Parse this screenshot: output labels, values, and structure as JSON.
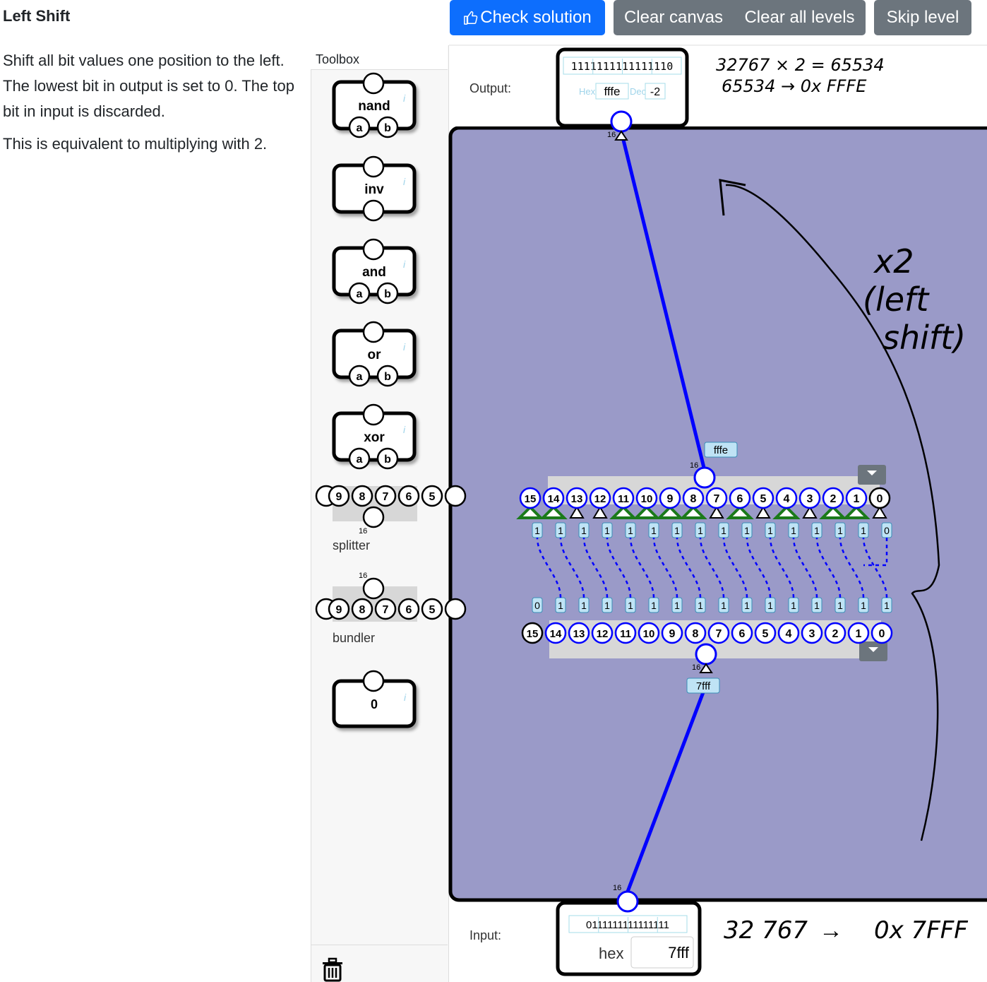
{
  "header": {
    "title": "Left Shift",
    "check_label": "Check solution",
    "clear_canvas_label": "Clear canvas",
    "clear_levels_label": "Clear all levels",
    "skip_label": "Skip level"
  },
  "description": {
    "p1": "Shift all bit values one position to the left. The lowest bit in output is set to 0. The top bit in input is discarded.",
    "p2": "This is equivalent to multiplying with 2."
  },
  "toolbox": {
    "title": "Toolbox",
    "gates": [
      {
        "label": "nand",
        "inputs": [
          "a",
          "b"
        ]
      },
      {
        "label": "inv",
        "inputs": []
      },
      {
        "label": "and",
        "inputs": [
          "a",
          "b"
        ]
      },
      {
        "label": "or",
        "inputs": [
          "a",
          "b"
        ]
      },
      {
        "label": "xor",
        "inputs": [
          "a",
          "b"
        ]
      }
    ],
    "splitter_label": "splitter",
    "bundler_label": "bundler",
    "constant_label": "0",
    "bus_width": "16",
    "preview_pins": [
      "9",
      "8",
      "7",
      "6",
      "5"
    ]
  },
  "output": {
    "label": "Output:",
    "bits": "1111111111111110",
    "hex_label": "Hex",
    "hex_value": "fffe",
    "dec_label": "Dec",
    "dec_value": "-2"
  },
  "input": {
    "label": "Input:",
    "bits": "0111111111111111",
    "mode_label": "hex",
    "value": "7fff"
  },
  "canvas": {
    "bus_width": "16",
    "out_wire_value": "fffe",
    "in_wire_value": "7fff",
    "splitter_pins": [
      "15",
      "14",
      "13",
      "12",
      "11",
      "10",
      "9",
      "8",
      "7",
      "6",
      "5",
      "4",
      "3",
      "2",
      "1",
      "0"
    ],
    "splitter_values": [
      "1",
      "1",
      "1",
      "1",
      "1",
      "1",
      "1",
      "1",
      "1",
      "1",
      "1",
      "1",
      "1",
      "1",
      "1",
      "0"
    ],
    "bundler_pins": [
      "15",
      "14",
      "13",
      "12",
      "11",
      "10",
      "9",
      "8",
      "7",
      "6",
      "5",
      "4",
      "3",
      "2",
      "1",
      "0"
    ],
    "bundler_values": [
      "0",
      "1",
      "1",
      "1",
      "1",
      "1",
      "1",
      "1",
      "1",
      "1",
      "1",
      "1",
      "1",
      "1",
      "1",
      "1"
    ]
  },
  "annotations": {
    "top_line1": "32767 × 2 = 65534",
    "top_line2": "65534 → 0x FFFE",
    "side_line1": "x2",
    "side_line2": "(left",
    "side_line3": "shift)",
    "bottom_left": "32 767",
    "bottom_arrow": "→",
    "bottom_right": "0x 7FFF"
  },
  "colors": {
    "primary": "#0d6efd",
    "gray_button": "#6c757d",
    "canvas": "#9a9ac8",
    "wire": "#0000ff",
    "ok_triangle": "#1a7a1a",
    "value_tag": "#bfe3f5"
  }
}
